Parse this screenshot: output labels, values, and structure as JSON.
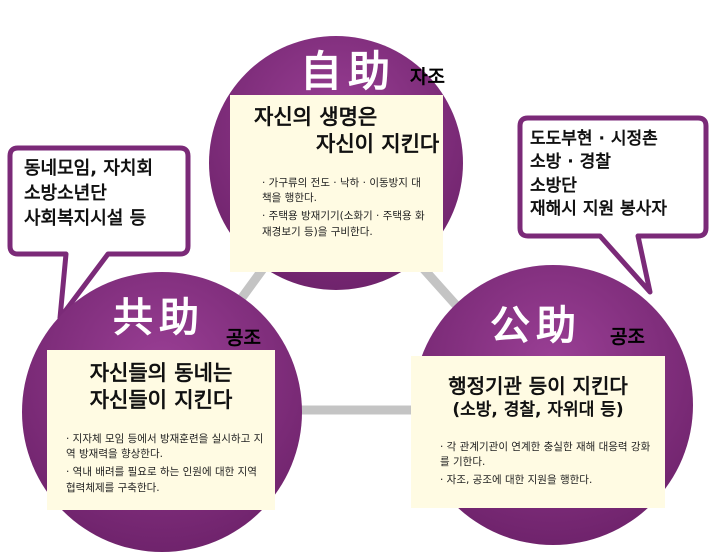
{
  "jijo": {
    "title": "自助",
    "sub": "자조",
    "heading_1": "자신의 생명은",
    "heading_2": "자신이 지킨다",
    "bullets": [
      "· 가구류의 전도 · 낙하 · 이동방지 대책을 행한다.",
      "· 주택용 방재기기(소화기 · 주택용 화재경보기 등)을 구비한다."
    ]
  },
  "gongjo_mutual": {
    "title": "共助",
    "sub": "공조",
    "heading_1": "자신들의 동네는",
    "heading_2": "자신들이 지킨다",
    "bullets": [
      "· 지자체 모임 등에서 방재훈련을 실시하고 지역 방재력을 향상한다.",
      "· 역내 배려를 필요로 하는 인원에 대한 지역 협력체제를 구축한다."
    ],
    "bubble": [
      "동네모임, 자치회",
      "소방소년단",
      "사회복지시설 등"
    ]
  },
  "gongjo_public": {
    "title": "公助",
    "sub": "공조",
    "heading_1": "행정기관 등이 지킨다",
    "heading_2": "(소방, 경찰, 자위대 등)",
    "bullets": [
      "· 각 관계기관이 연계한 충실한 재해 대응력 강화를 기한다.",
      "· 자조, 공조에 대한 지원을 행한다."
    ],
    "bubble": [
      "도도부현 · 시정촌",
      "소방 · 경찰",
      "소방단",
      "재해시 지원 봉사자"
    ]
  },
  "colors": {
    "purple": "#7b2a78",
    "cream": "#fffbe3",
    "connector": "#bcbcbc"
  }
}
